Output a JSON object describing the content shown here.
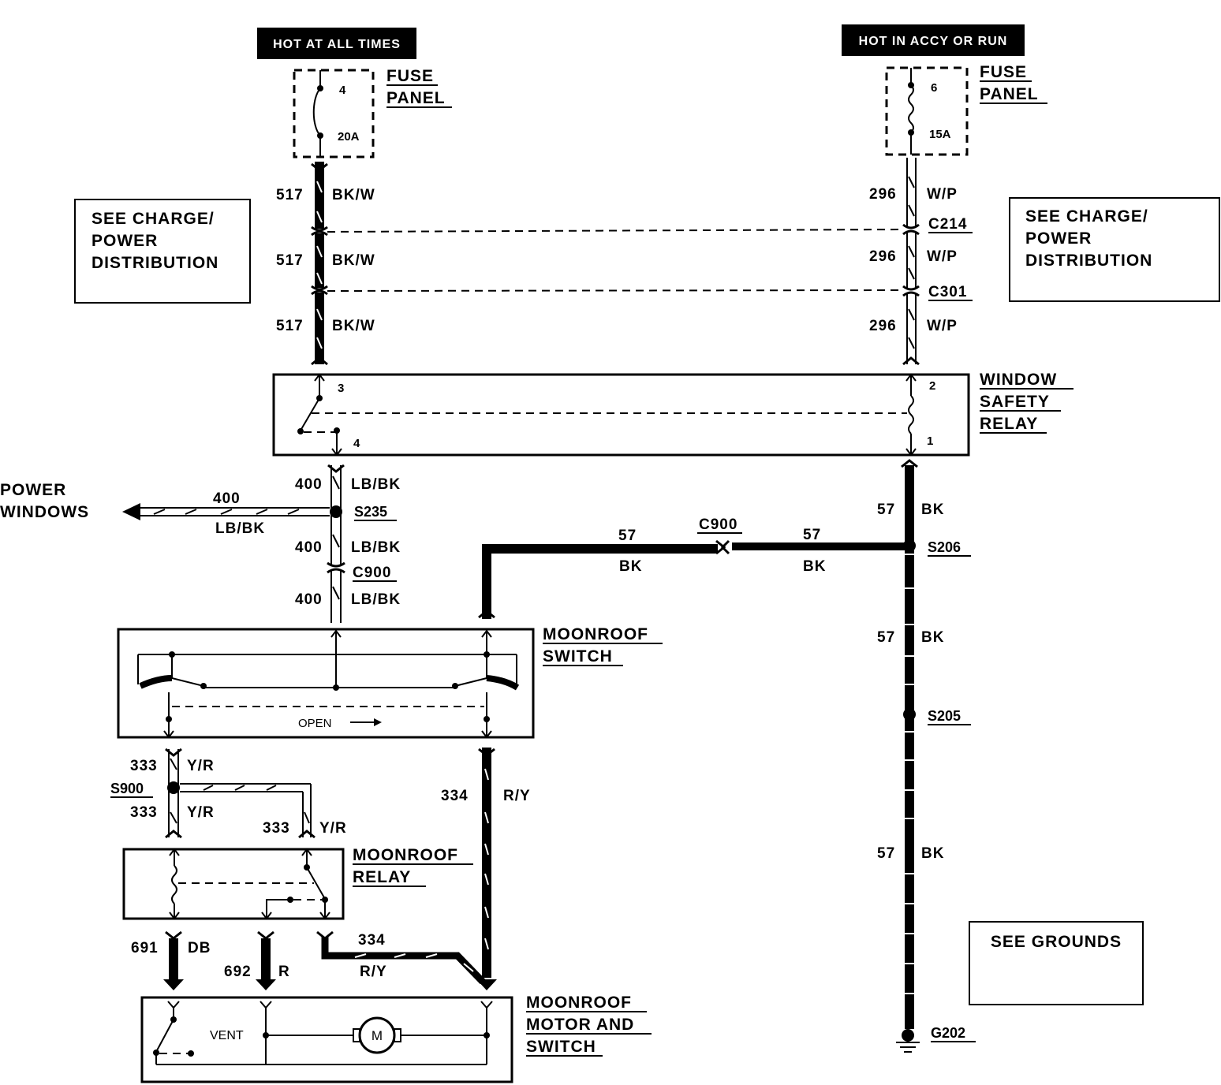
{
  "hot_at_all_times": "HOT AT ALL TIMES",
  "hot_in_accy_or_run": "HOT IN ACCY OR RUN",
  "fuse_left": {
    "title1": "FUSE",
    "title2": "PANEL",
    "num": "4",
    "rating": "20A"
  },
  "fuse_right": {
    "title1": "FUSE",
    "title2": "PANEL",
    "num": "6",
    "rating": "15A"
  },
  "see_charge_left": {
    "l1": "SEE CHARGE/",
    "l2": "POWER",
    "l3": "DISTRIBUTION"
  },
  "see_charge_right": {
    "l1": "SEE CHARGE/",
    "l2": "POWER",
    "l3": "DISTRIBUTION"
  },
  "wire517": {
    "num": "517",
    "color": "BK/W"
  },
  "wire296": {
    "num": "296",
    "color": "W/P"
  },
  "wire400": {
    "num": "400",
    "color": "LB/BK"
  },
  "wire57": {
    "num": "57",
    "color": "BK"
  },
  "wire333": {
    "num": "333",
    "color": "Y/R"
  },
  "wire334": {
    "num": "334",
    "color": "R/Y"
  },
  "wire691": {
    "num": "691",
    "color": "DB"
  },
  "wire692": {
    "num": "692",
    "color": "R"
  },
  "connectors": {
    "c214": "C214",
    "c301": "C301",
    "c900": "C900"
  },
  "splices": {
    "s235": "S235",
    "s206": "S206",
    "s205": "S205",
    "s900": "S900"
  },
  "ground": "G202",
  "window_relay": {
    "l1": "WINDOW",
    "l2": "SAFETY",
    "l3": "RELAY",
    "p3": "3",
    "p4": "4",
    "p2": "2",
    "p1": "1"
  },
  "power_windows": {
    "l1": "POWER",
    "l2": "WINDOWS"
  },
  "moonroof_switch": {
    "l1": "MOONROOF",
    "l2": "SWITCH",
    "open": "OPEN"
  },
  "moonroof_relay": {
    "l1": "MOONROOF",
    "l2": "RELAY"
  },
  "moonroof_motor": {
    "l1": "MOONROOF",
    "l2": "MOTOR AND",
    "l3": "SWITCH",
    "vent": "VENT",
    "motor": "M"
  },
  "see_grounds": "SEE GROUNDS"
}
